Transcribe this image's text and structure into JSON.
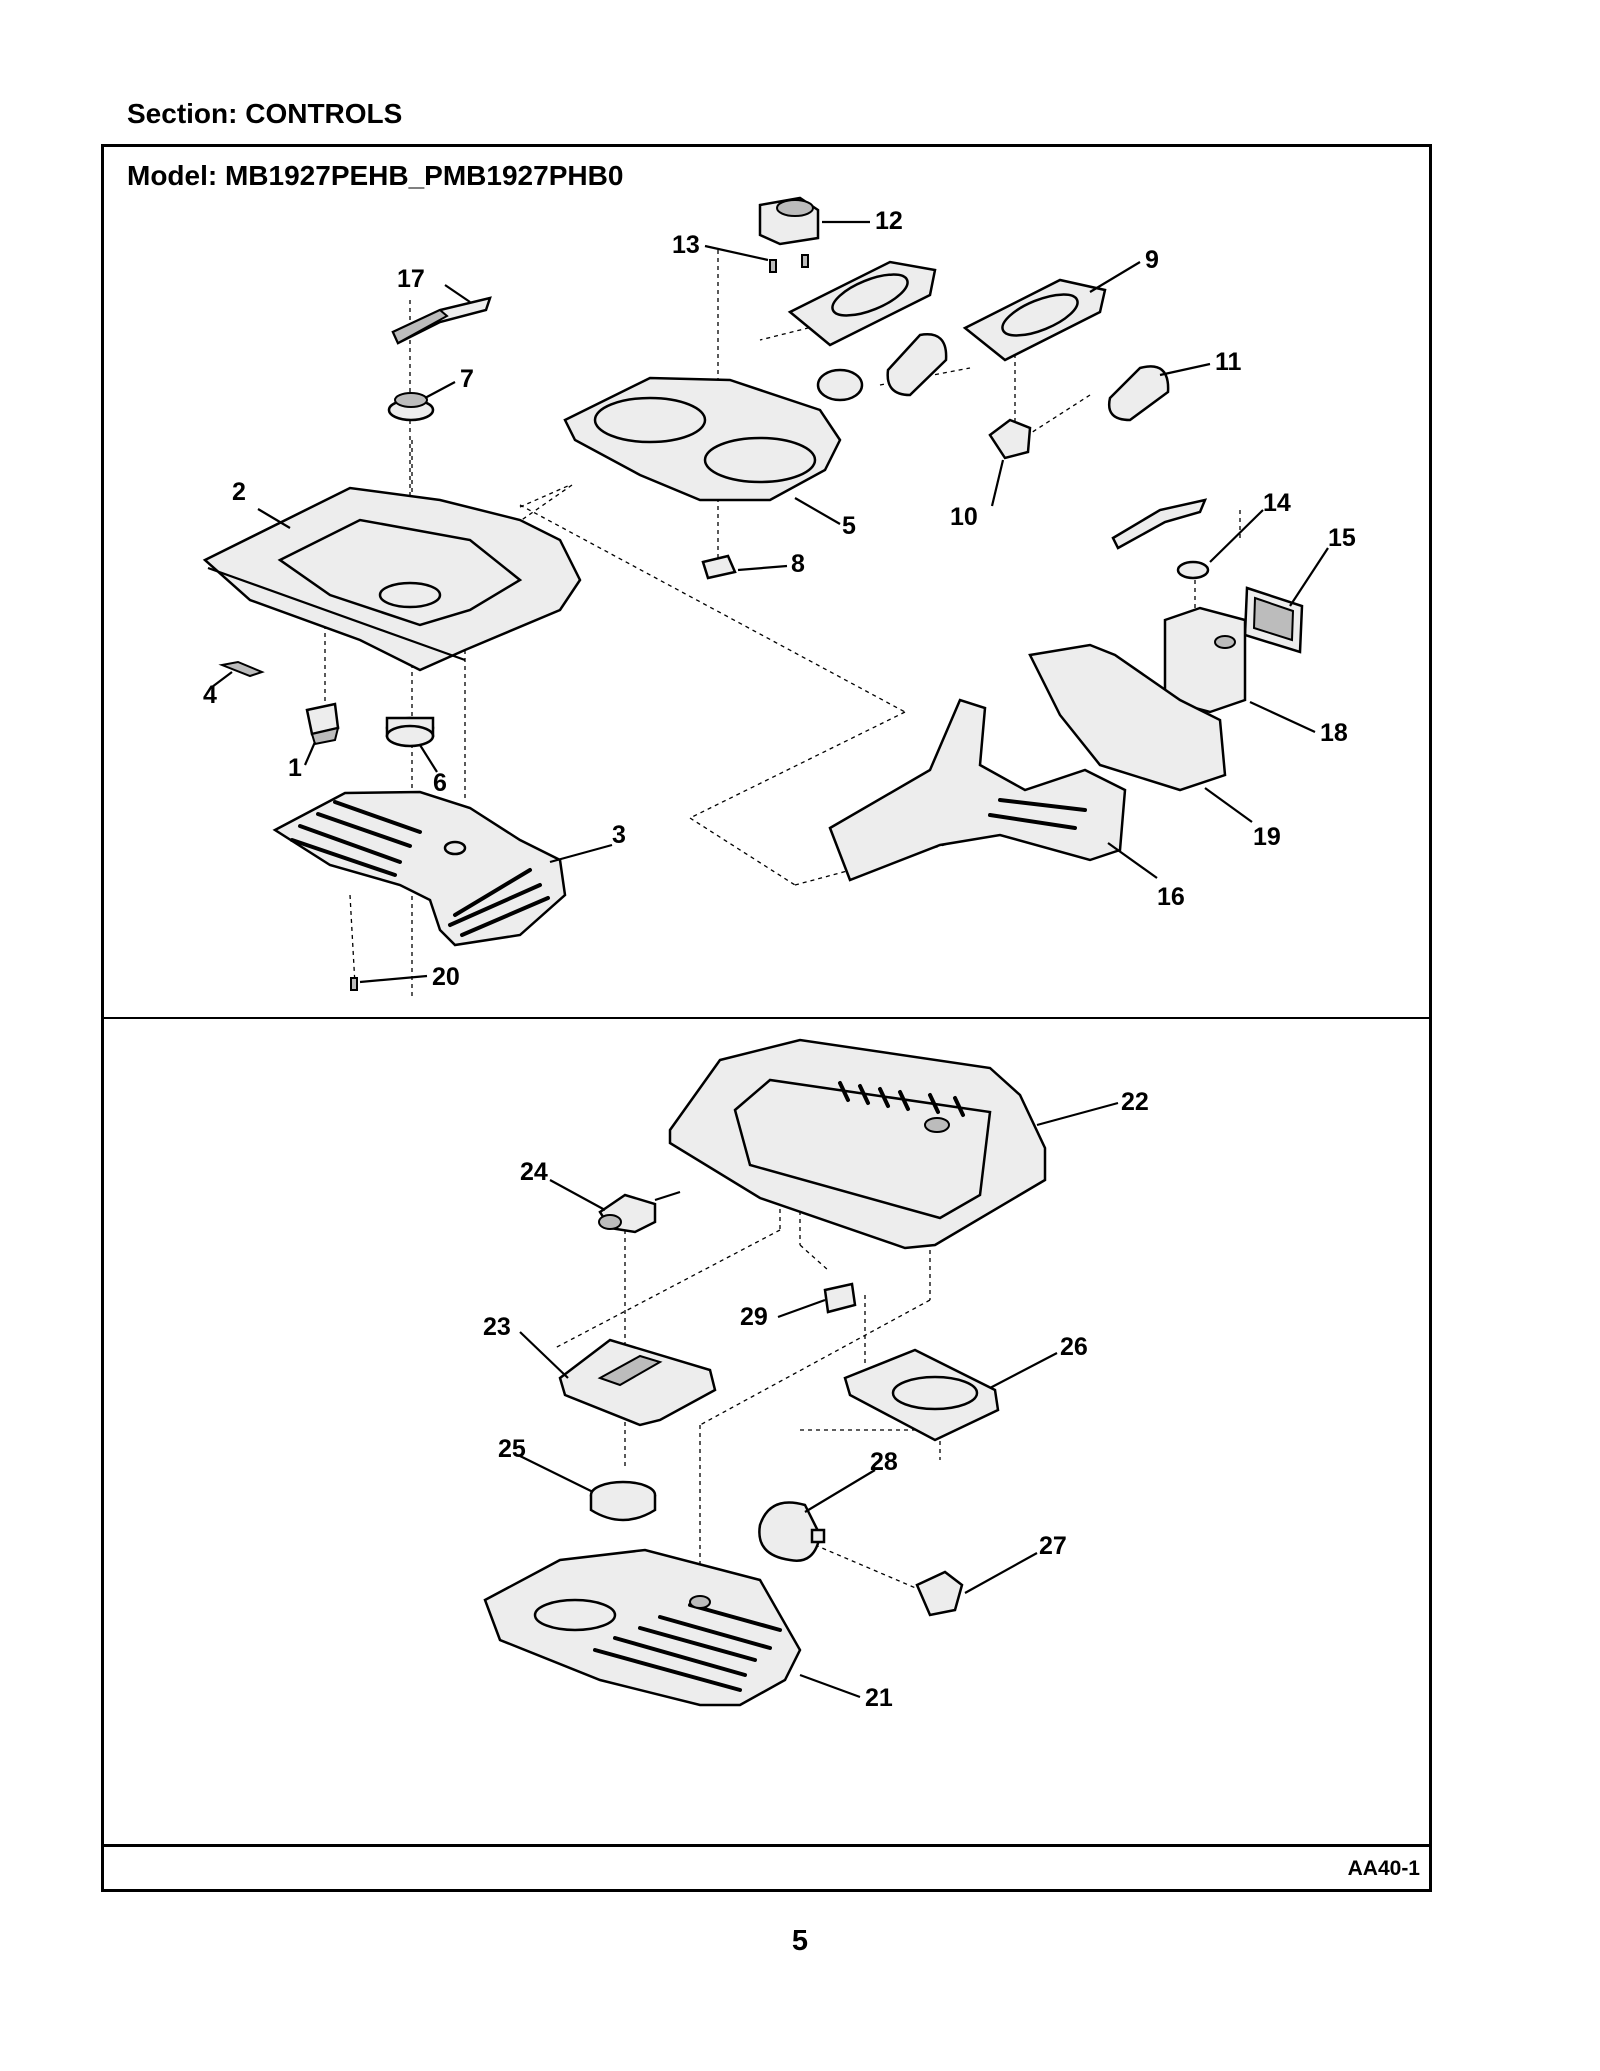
{
  "section_title": "Section:  CONTROLS",
  "model_title": "Model:  MB1927PEHB_PMB1927PHB0",
  "doc_code": "AA40-1",
  "page_number": "5",
  "callouts": {
    "c1": "1",
    "c2": "2",
    "c3": "3",
    "c4": "4",
    "c5": "5",
    "c6": "6",
    "c7": "7",
    "c8": "8",
    "c9": "9",
    "c10": "10",
    "c11": "11",
    "c12": "12",
    "c13": "13",
    "c14": "14",
    "c15": "15",
    "c16": "16",
    "c17": "17",
    "c18": "18",
    "c19": "19",
    "c20": "20",
    "c21": "21",
    "c22": "22",
    "c23": "23",
    "c24": "24",
    "c25": "25",
    "c26": "26",
    "c27": "27",
    "c28": "28",
    "c29": "29"
  }
}
